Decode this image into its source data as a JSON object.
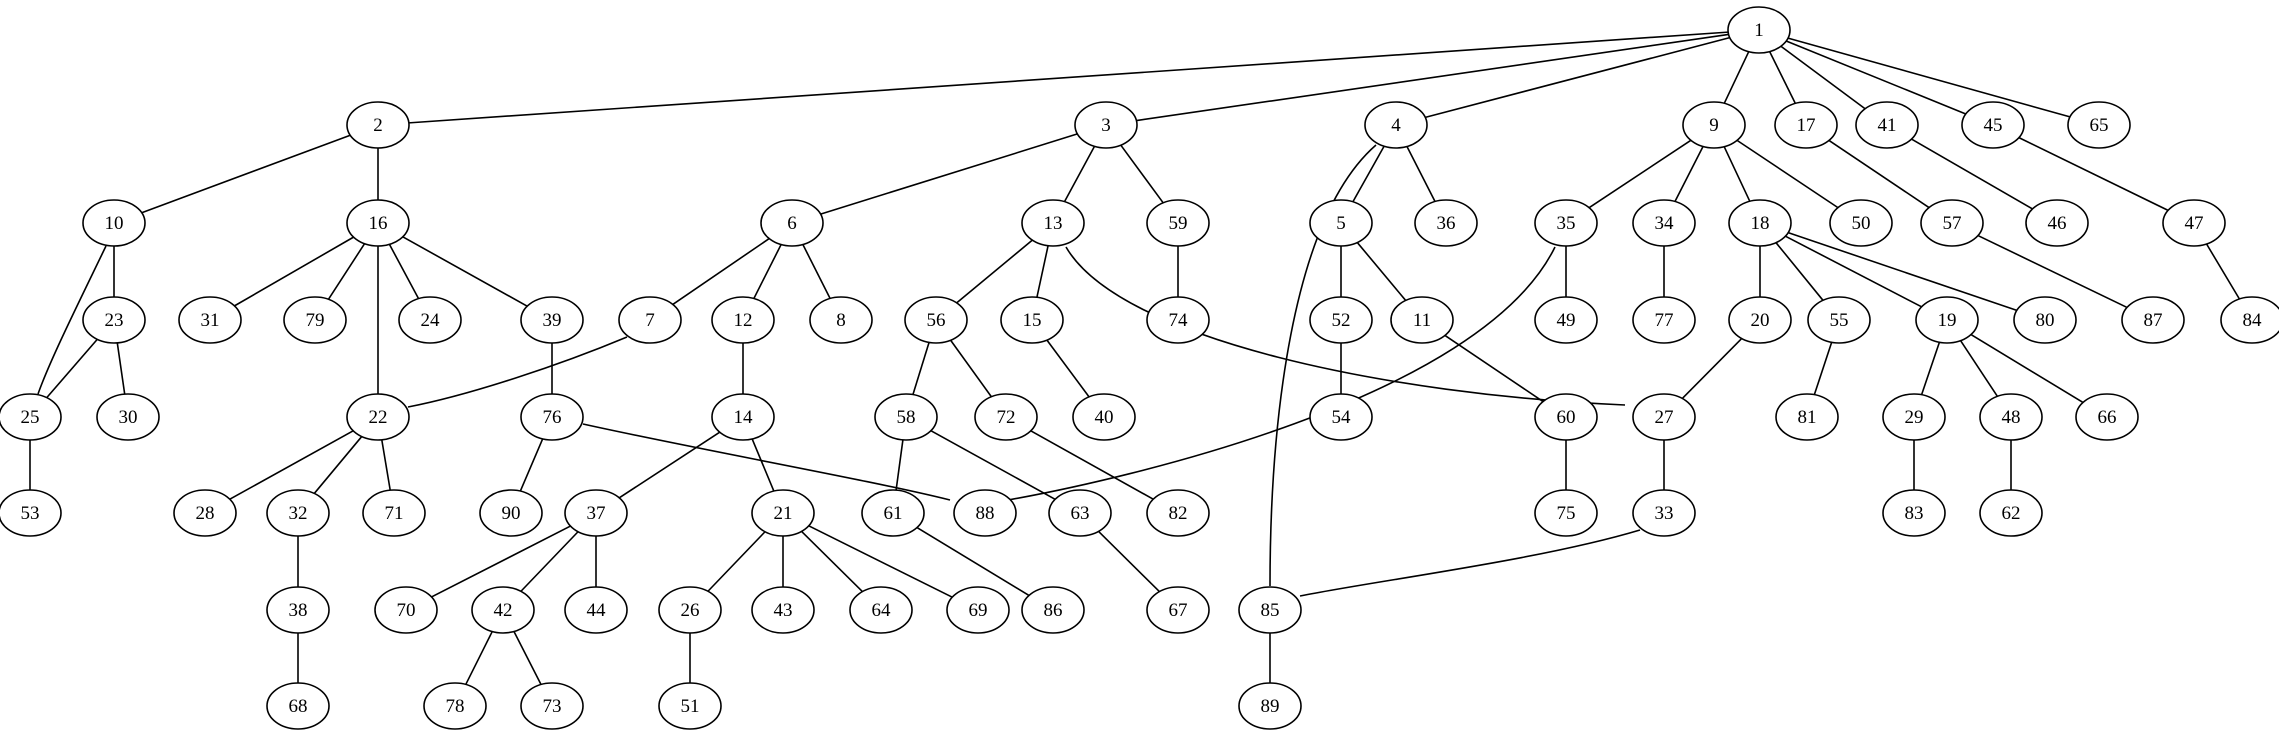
{
  "graph": {
    "nodes": [
      "1",
      "2",
      "3",
      "4",
      "5",
      "6",
      "7",
      "8",
      "9",
      "10",
      "11",
      "12",
      "13",
      "14",
      "15",
      "16",
      "17",
      "18",
      "19",
      "20",
      "21",
      "22",
      "23",
      "24",
      "25",
      "26",
      "27",
      "28",
      "29",
      "30",
      "31",
      "32",
      "33",
      "34",
      "35",
      "36",
      "37",
      "38",
      "39",
      "40",
      "41",
      "42",
      "43",
      "44",
      "45",
      "46",
      "47",
      "48",
      "49",
      "50",
      "51",
      "52",
      "53",
      "54",
      "55",
      "56",
      "57",
      "58",
      "59",
      "60",
      "61",
      "62",
      "63",
      "64",
      "65",
      "66",
      "67",
      "68",
      "69",
      "70",
      "71",
      "72",
      "73",
      "74",
      "75",
      "76",
      "77",
      "78",
      "79",
      "80",
      "81",
      "82",
      "83",
      "84",
      "85",
      "86",
      "87",
      "88",
      "89",
      "90"
    ],
    "edges": [
      [
        "1",
        "2"
      ],
      [
        "1",
        "3"
      ],
      [
        "1",
        "4"
      ],
      [
        "1",
        "9"
      ],
      [
        "1",
        "17"
      ],
      [
        "1",
        "41"
      ],
      [
        "1",
        "45"
      ],
      [
        "1",
        "65"
      ],
      [
        "2",
        "10"
      ],
      [
        "2",
        "16"
      ],
      [
        "3",
        "6"
      ],
      [
        "3",
        "13"
      ],
      [
        "3",
        "59"
      ],
      [
        "4",
        "5"
      ],
      [
        "4",
        "36"
      ],
      [
        "4",
        "85"
      ],
      [
        "9",
        "35"
      ],
      [
        "9",
        "34"
      ],
      [
        "9",
        "18"
      ],
      [
        "9",
        "50"
      ],
      [
        "17",
        "57"
      ],
      [
        "41",
        "46"
      ],
      [
        "45",
        "47"
      ],
      [
        "10",
        "23"
      ],
      [
        "10",
        "25"
      ],
      [
        "16",
        "31"
      ],
      [
        "16",
        "79"
      ],
      [
        "16",
        "22"
      ],
      [
        "16",
        "24"
      ],
      [
        "16",
        "39"
      ],
      [
        "6",
        "7"
      ],
      [
        "6",
        "12"
      ],
      [
        "6",
        "8"
      ],
      [
        "13",
        "56"
      ],
      [
        "13",
        "15"
      ],
      [
        "13",
        "27"
      ],
      [
        "59",
        "74"
      ],
      [
        "5",
        "52"
      ],
      [
        "5",
        "11"
      ],
      [
        "35",
        "49"
      ],
      [
        "35",
        "88"
      ],
      [
        "34",
        "77"
      ],
      [
        "18",
        "20"
      ],
      [
        "18",
        "55"
      ],
      [
        "18",
        "19"
      ],
      [
        "18",
        "80"
      ],
      [
        "57",
        "87"
      ],
      [
        "47",
        "84"
      ],
      [
        "23",
        "25"
      ],
      [
        "23",
        "30"
      ],
      [
        "7",
        "22"
      ],
      [
        "39",
        "76"
      ],
      [
        "12",
        "14"
      ],
      [
        "56",
        "58"
      ],
      [
        "56",
        "72"
      ],
      [
        "15",
        "40"
      ],
      [
        "52",
        "54"
      ],
      [
        "11",
        "60"
      ],
      [
        "20",
        "27"
      ],
      [
        "55",
        "81"
      ],
      [
        "19",
        "29"
      ],
      [
        "19",
        "48"
      ],
      [
        "19",
        "66"
      ],
      [
        "25",
        "53"
      ],
      [
        "22",
        "28"
      ],
      [
        "22",
        "32"
      ],
      [
        "22",
        "71"
      ],
      [
        "76",
        "90"
      ],
      [
        "76",
        "88"
      ],
      [
        "14",
        "37"
      ],
      [
        "14",
        "21"
      ],
      [
        "58",
        "61"
      ],
      [
        "58",
        "63"
      ],
      [
        "72",
        "82"
      ],
      [
        "60",
        "75"
      ],
      [
        "27",
        "33"
      ],
      [
        "29",
        "83"
      ],
      [
        "48",
        "62"
      ],
      [
        "32",
        "38"
      ],
      [
        "37",
        "70"
      ],
      [
        "37",
        "42"
      ],
      [
        "37",
        "44"
      ],
      [
        "21",
        "26"
      ],
      [
        "21",
        "43"
      ],
      [
        "21",
        "64"
      ],
      [
        "21",
        "69"
      ],
      [
        "61",
        "86"
      ],
      [
        "63",
        "67"
      ],
      [
        "33",
        "85"
      ],
      [
        "38",
        "68"
      ],
      [
        "42",
        "78"
      ],
      [
        "42",
        "73"
      ],
      [
        "26",
        "51"
      ],
      [
        "85",
        "89"
      ]
    ]
  }
}
